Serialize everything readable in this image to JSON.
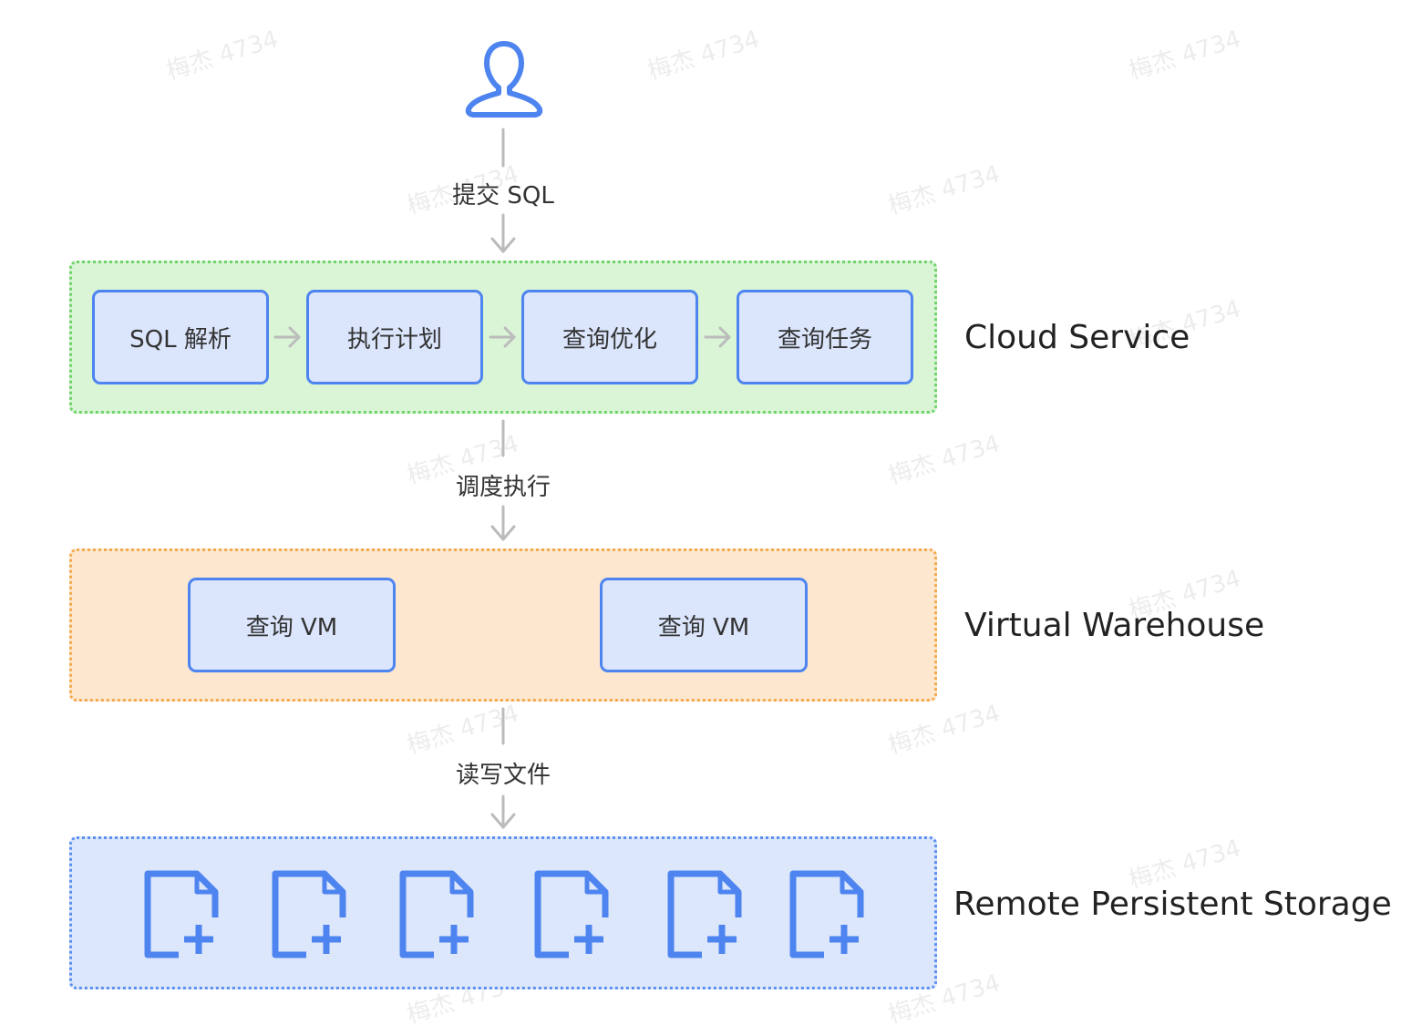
{
  "edges": [
    {
      "label": "提交 SQL"
    },
    {
      "label": "调度执行"
    },
    {
      "label": "读写文件"
    }
  ],
  "layers": {
    "cloud": {
      "label": "Cloud Service",
      "nodes": [
        "SQL 解析",
        "执行计划",
        "查询优化",
        "查询任务"
      ]
    },
    "vw": {
      "label": "Virtual Warehouse",
      "nodes": [
        "查询 VM",
        "查询 VM"
      ]
    },
    "storage": {
      "label": "Remote Persistent Storage",
      "file_icon_count": 6
    }
  },
  "watermark": "梅杰 4734",
  "colors": {
    "node_fill": "#dbe5fb",
    "node_border": "#4d84f0",
    "icon": "#4d84f0",
    "arrow": "#bbbbbb",
    "cloud_fill": "#d9f5d6",
    "cloud_border": "#6fd36a",
    "vw_fill": "#fde8cf",
    "vw_border": "#f3a94e",
    "storage_fill": "#dde7fb",
    "storage_border": "#5b8ff0"
  },
  "icons": {
    "user": "user-icon",
    "file": "file-add-icon"
  }
}
